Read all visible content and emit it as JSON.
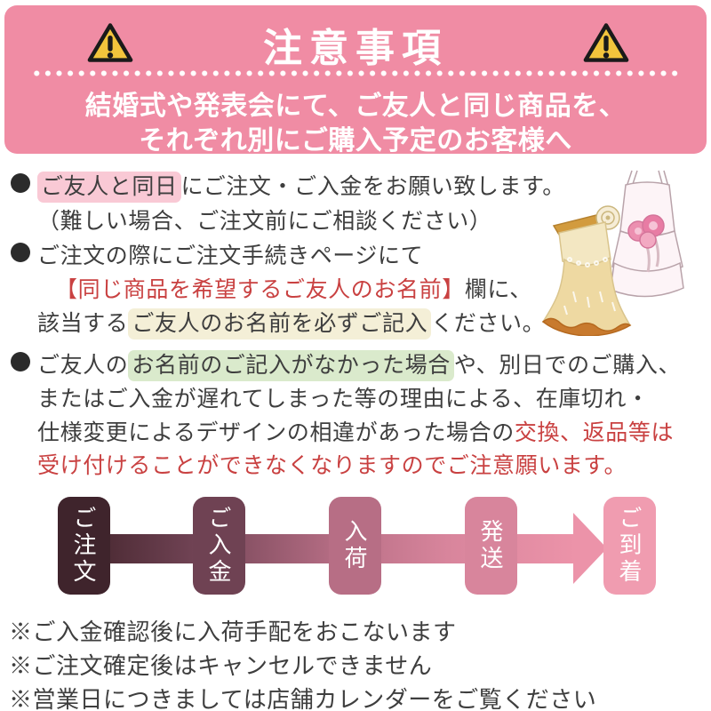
{
  "header": {
    "title": "注意事項",
    "subtitle_line1": "結婚式や発表会にて、ご友人と同じ商品を、",
    "subtitle_line2": "それぞれ別にご購入予定のお客様へ"
  },
  "colors": {
    "header_pink": "#f08ca4",
    "highlight_pink": "#f9c9d5",
    "highlight_yellow": "#f4efd7",
    "highlight_green": "#daeacc",
    "red_text": "#c94141",
    "body_text": "#3e3e3e",
    "warning_yellow": "#f2c43c"
  },
  "icons": {
    "warning": "warning-triangle"
  },
  "bullets": {
    "b1": {
      "l1_highlight": "ご友人と同日",
      "l1_rest": "にご注文・ご入金をお願い致します。",
      "l2": "（難しい場合、ご注文前にご相談ください）"
    },
    "b2": {
      "l1": "ご注文の際にご注文手続きページにて",
      "l2_red": "【同じ商品を希望するご友人のお名前】",
      "l2_rest": "欄に、",
      "l3_pre": "該当する",
      "l3_highlight": "ご友人のお名前を必ずご記入",
      "l3_post": "ください。"
    },
    "b3": {
      "l1_pre": "ご友人の",
      "l1_highlight": "お名前のご記入がなかった場合",
      "l1_post": "や、別日でのご購入、",
      "l2": "またはご入金が遅れてしまった等の理由による、在庫切れ・",
      "l3_pre": "仕様変更によるデザインの相違があった場合の",
      "l3_red": "交換、返品等は",
      "l4_red": "受け付けることができなくなりますのでご注意願います。"
    }
  },
  "flow": {
    "steps": [
      {
        "label": "ご注文",
        "color": "#3f242c"
      },
      {
        "label": "ご入金",
        "color": "#6f4253"
      },
      {
        "label": "入荷",
        "color": "#b76e85"
      },
      {
        "label": "発送",
        "color": "#d8859c"
      },
      {
        "label": "ご到着",
        "color": "#f09cb0"
      }
    ],
    "arrow_color": "#ec93a9"
  },
  "footer_notes": [
    "※ご入金確認後に入荷手配をおこないます",
    "※ご注文確定後はキャンセルできません",
    "※営業日につきましては店舗カレンダーをご覧ください"
  ]
}
